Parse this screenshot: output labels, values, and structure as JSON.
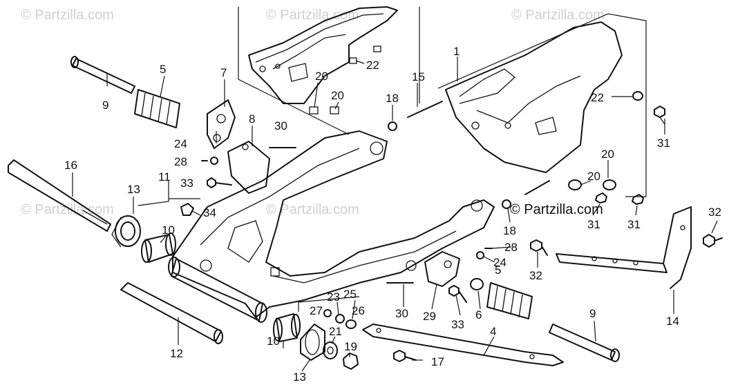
{
  "watermark": "© Partzilla.com",
  "callouts": {
    "c1": "1",
    "c4": "4",
    "c5a": "5",
    "c5b": "5",
    "c6": "6",
    "c7": "7",
    "c8": "8",
    "c9a": "9",
    "c9b": "9",
    "c10a": "10",
    "c10b": "10",
    "c11": "11",
    "c12": "12",
    "c13a": "13",
    "c13b": "13",
    "c14": "14",
    "c15": "15",
    "c16": "16",
    "c17": "17",
    "c18a": "18",
    "c18b": "18",
    "c19": "19",
    "c20a": "20",
    "c20b": "20",
    "c20c": "20",
    "c20d": "20",
    "c21": "21",
    "c22a": "22",
    "c22b": "22",
    "c23": "23",
    "c24a": "24",
    "c24b": "24",
    "c25": "25",
    "c26": "26",
    "c27": "27",
    "c28a": "28",
    "c28b": "28",
    "c29": "29",
    "c30a": "30",
    "c30b": "30",
    "c31a": "31",
    "c31b": "31",
    "c31c": "31",
    "c32a": "32",
    "c32b": "32",
    "c33a": "33",
    "c33b": "33",
    "c34": "34"
  }
}
